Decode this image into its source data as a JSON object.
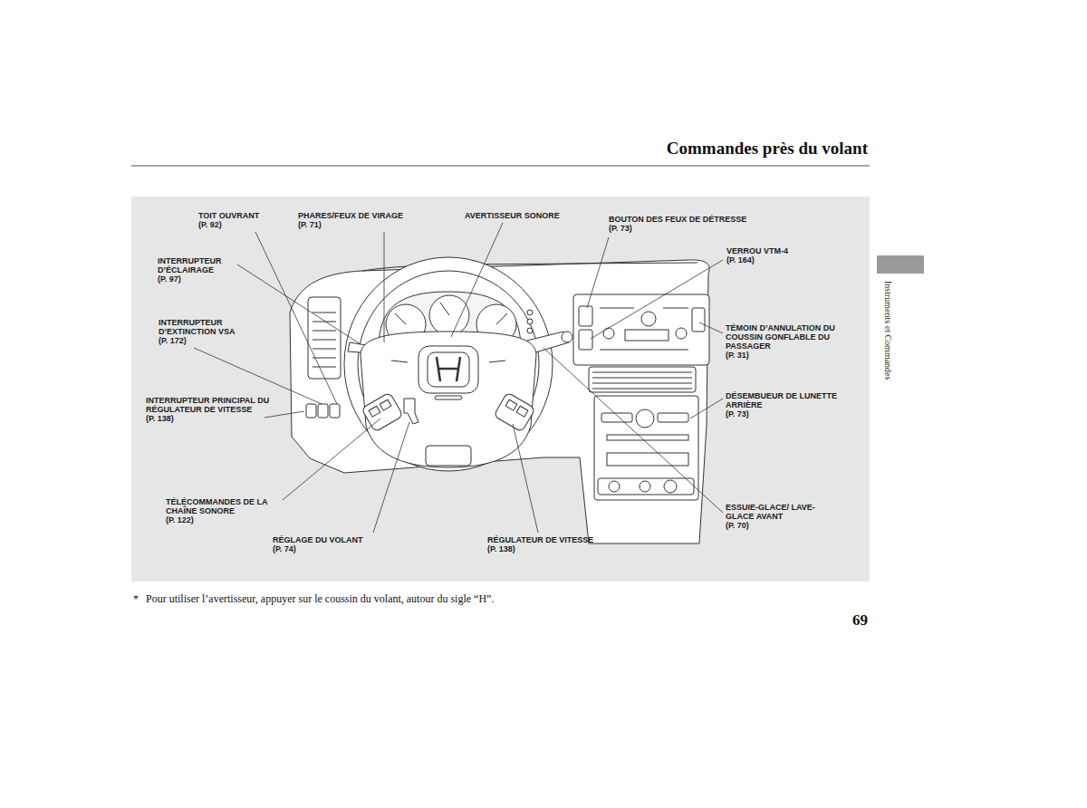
{
  "diagram": {
    "title": "Commandes près du volant",
    "labels": [
      "TOIT OUVRANT",
      "(P. 92)",
      "PHARES/FEUX DE VIRAGE",
      "(P. 71)",
      "AVERTISSEUR SONORE",
      "BOUTON DES FEUX DE DÉTRESSE",
      "(P. 73)",
      "VERROU VTM-4",
      "(P. 164)",
      "INTERRUPTEUR D’ÉCLAIRAGE",
      "(P. 97)",
      "INTERRUPTEUR D’EXTINCTION VSA",
      "(P. 172)",
      "TÉMOIN D’ANNULATION DU COUSSIN GONFLABLE DU PASSAGER",
      "(P. 31)",
      "INTERRUPTEUR PRINCIPAL DU RÉGULATEUR DE VITESSE",
      "(P. 138)",
      "DÉSEMBUEUR DE LUNETTE ARRIÈRE",
      "(P. 73)",
      "TÉLÉCOMMANDES DE LA CHAÎNE SONORE",
      "(P. 122)",
      "ESSUIE-GLACE/ LAVE-GLACE AVANT",
      "(P. 70)",
      "RÉGLAGE DU VOLANT",
      "(P. 74)",
      "RÉGULATEUR DE VITESSE",
      "(P. 138)",
      "*",
      "Pour utiliser l’avertisseur, appuyer sur le coussin du volant, autour du sigle “H”.",
      "69",
      "Instruments et Commandes"
    ]
  }
}
